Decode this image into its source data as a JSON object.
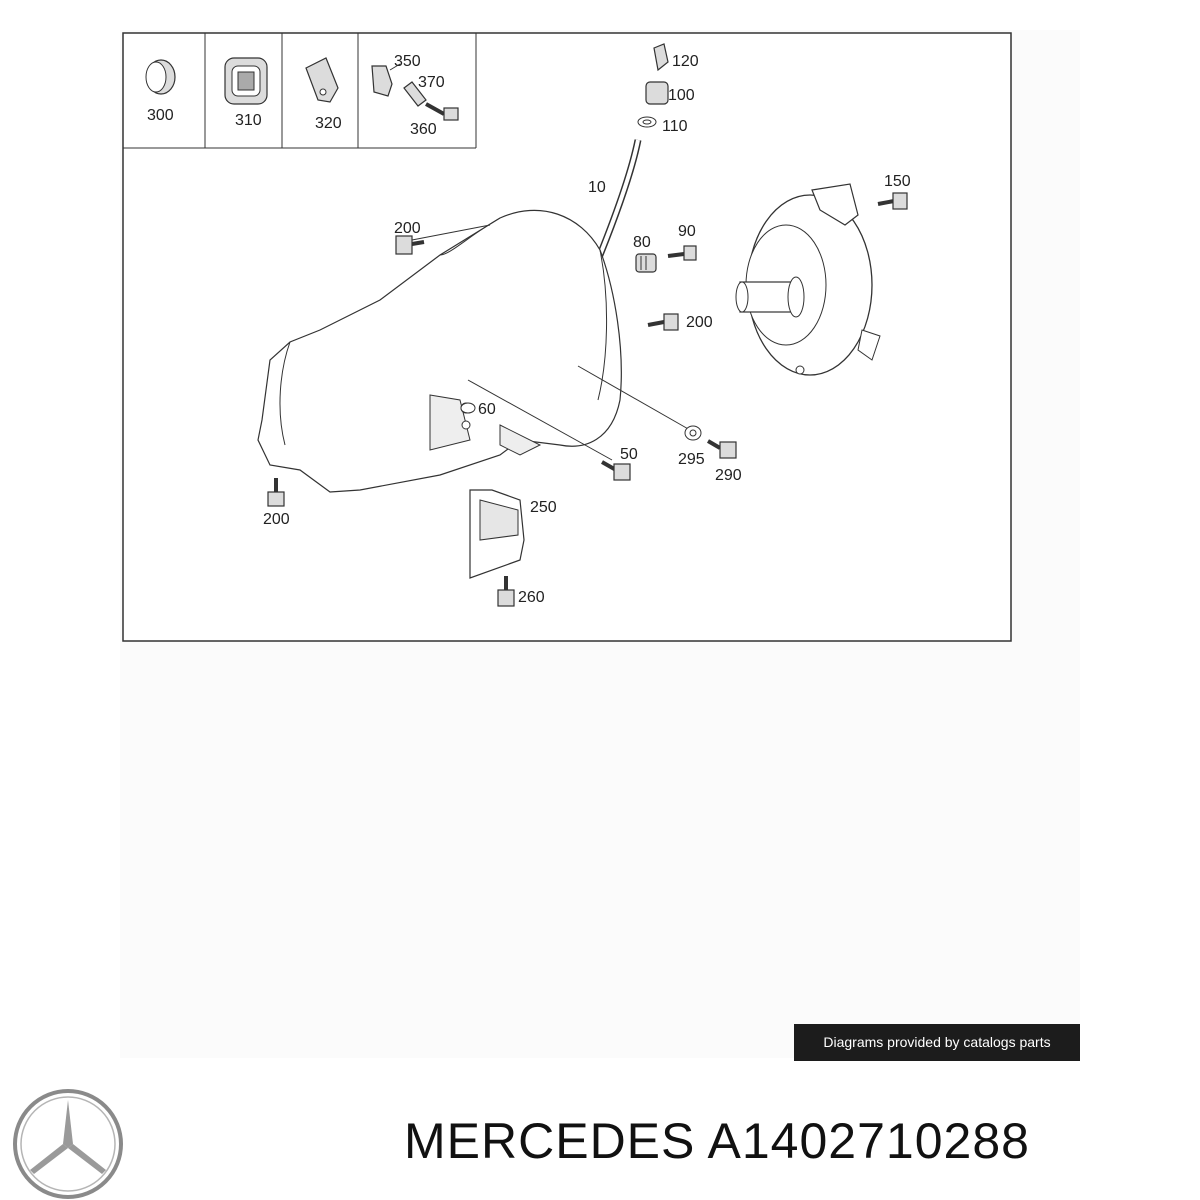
{
  "diagram": {
    "inset_labels": [
      "300",
      "310",
      "320",
      "350",
      "370",
      "360"
    ],
    "callouts": {
      "c120": "120",
      "c100": "100",
      "c110": "110",
      "c10": "10",
      "c150": "150",
      "c200a": "200",
      "c80": "80",
      "c90": "90",
      "c200b": "200",
      "c60": "60",
      "c50": "50",
      "c295": "295",
      "c290": "290",
      "c200c": "200",
      "c250": "250",
      "c260": "260"
    }
  },
  "credit_text": "Diagrams provided by catalogs parts",
  "brand": "MERCEDES",
  "part_number": "A1402710288",
  "colors": {
    "line": "#333333",
    "panel": "#fbfbfb",
    "credit_bg": "#1c1c1c"
  },
  "icons": [
    "mercedes-star-logo"
  ]
}
